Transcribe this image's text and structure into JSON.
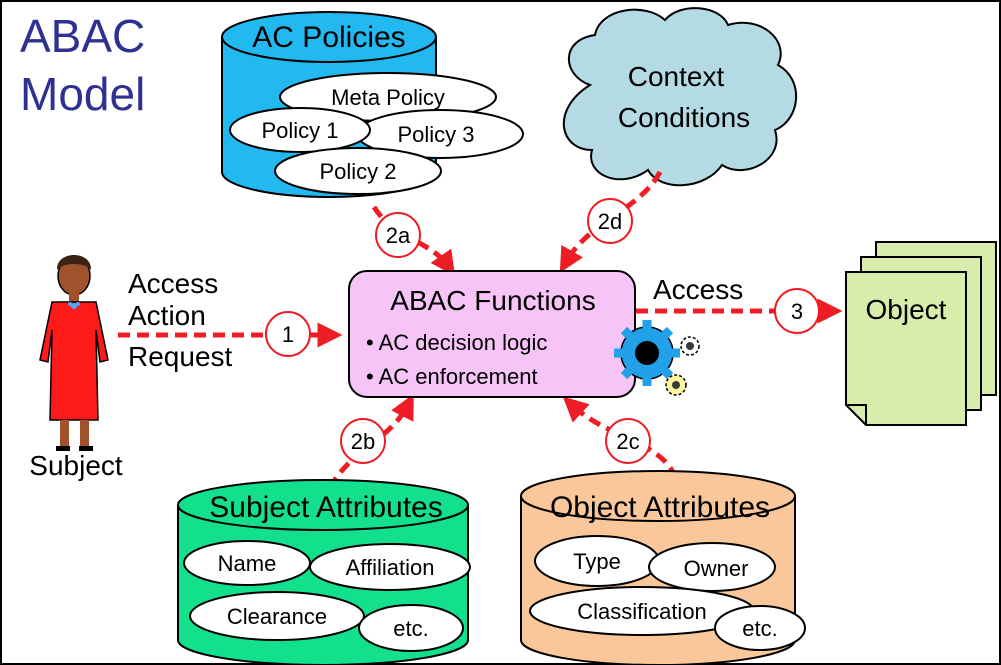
{
  "title": {
    "line1": "ABAC",
    "line2": "Model"
  },
  "ac_policies": {
    "title": "AC Policies",
    "items": [
      "Meta Policy",
      "Policy 1",
      "Policy 3",
      "Policy 2"
    ]
  },
  "context": {
    "line1": "Context",
    "line2": "Conditions"
  },
  "subject": {
    "label": "Subject"
  },
  "request_label": {
    "line1": "Access",
    "line2": "Action",
    "line3": "Request"
  },
  "functions": {
    "title": "ABAC Functions",
    "bullets": [
      "• AC decision logic",
      "• AC enforcement"
    ]
  },
  "access_label": "Access",
  "object": {
    "label": "Object"
  },
  "subject_attributes": {
    "title": "Subject Attributes",
    "items": [
      "Name",
      "Affiliation",
      "Clearance",
      "etc."
    ]
  },
  "object_attributes": {
    "title": "Object Attributes",
    "items": [
      "Type",
      "Owner",
      "Classification",
      "etc."
    ]
  },
  "steps": [
    "1",
    "2a",
    "2b",
    "2c",
    "2d",
    "3"
  ],
  "colors": {
    "title": "#2e3192",
    "arrow": "#ee1c25",
    "policies_db": "#22b8f0",
    "subject_db": "#13e08c",
    "object_db": "#f9c79a",
    "functions_box": "#f7c4f7",
    "cloud": "#b4dbe4",
    "object_doc": "#d8ecac",
    "subject_dress": "#ff1a1a"
  }
}
